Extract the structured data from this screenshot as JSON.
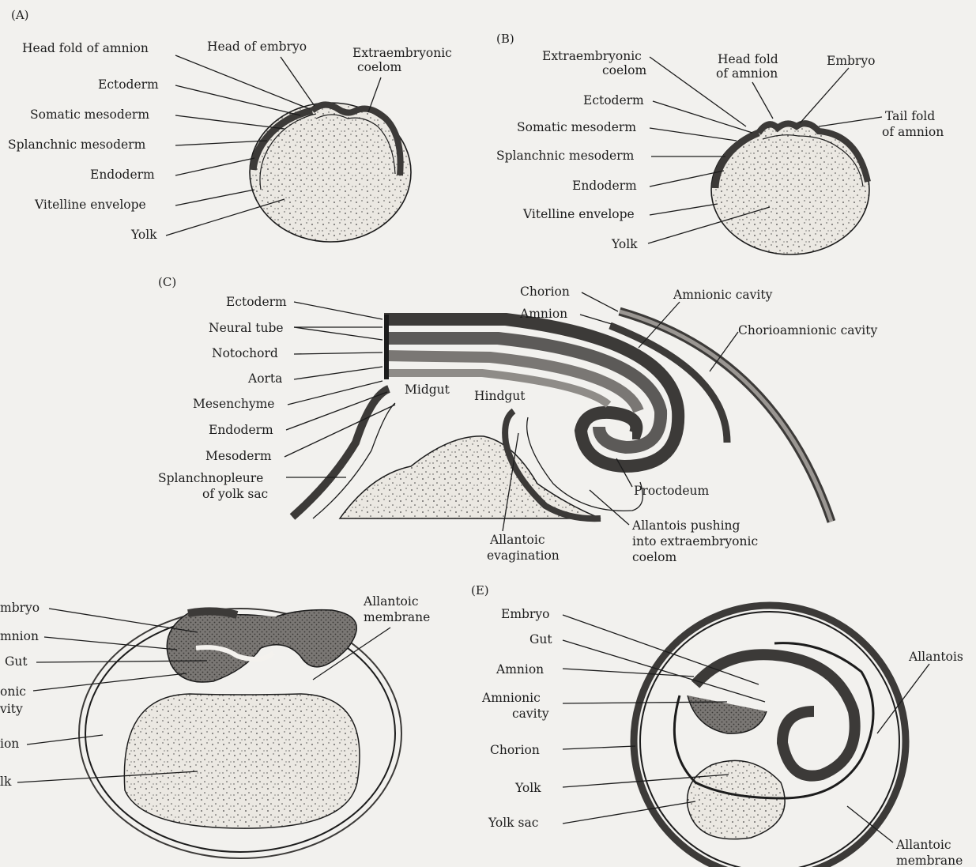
{
  "panels": {
    "a": "(A)",
    "b": "(B)",
    "c": "(C)",
    "e": "(E)"
  },
  "labels_a": {
    "head_fold": "Head fold of amnion",
    "head_embryo": "Head of embryo",
    "extra_1": "Extraembryonic",
    "extra_2": "coelom",
    "ectoderm": "Ectoderm",
    "somatic": "Somatic mesoderm",
    "splanchnic": "Splanchnic mesoderm",
    "endoderm": "Endoderm",
    "vitelline": "Vitelline envelope",
    "yolk": "Yolk"
  },
  "labels_b": {
    "extra_1": "Extraembryonic",
    "extra_2": "coelom",
    "head_fold_1": "Head fold",
    "head_fold_2": "of amnion",
    "embryo": "Embryo",
    "tail_fold_1": "Tail fold",
    "tail_fold_2": "of amnion",
    "ectoderm": "Ectoderm",
    "somatic": "Somatic mesoderm",
    "splanchnic": "Splanchnic mesoderm",
    "endoderm": "Endoderm",
    "vitelline": "Vitelline envelope",
    "yolk": "Yolk"
  },
  "labels_c": {
    "ectoderm": "Ectoderm",
    "neural_tube": "Neural tube",
    "notochord": "Notochord",
    "aorta": "Aorta",
    "mesenchyme": "Mesenchyme",
    "endoderm": "Endoderm",
    "mesoderm": "Mesoderm",
    "splanch_1": "Splanchnopleure",
    "splanch_2": "of yolk sac",
    "chorion": "Chorion",
    "amnion": "Amnion",
    "amnionic_cavity": "Amnionic cavity",
    "chorioamnionic": "Chorioamnionic cavity",
    "midgut": "Midgut",
    "hindgut": "Hindgut",
    "proctodeum": "Proctodeum",
    "allantois_1": "Allantois pushing",
    "allantois_2": "into extraembryonic",
    "allantois_3": "coelom",
    "evag_1": "Allantoic",
    "evag_2": "evagination"
  },
  "labels_d": {
    "embryo": "mbryo",
    "amnion": "mnion",
    "gut": "Gut",
    "cavity_1": "onic",
    "cavity_2": "vity",
    "chorion": "ion",
    "yolk": "lk",
    "membrane_1": "Allantoic",
    "membrane_2": "membrane"
  },
  "labels_e": {
    "embryo": "Embryo",
    "gut": "Gut",
    "amnion": "Amnion",
    "cavity_1": "Amnionic",
    "cavity_2": "cavity",
    "chorion": "Chorion",
    "yolk": "Yolk",
    "yolk_sac": "Yolk sac",
    "allantois": "Allantois",
    "membrane_1": "Allantoic",
    "membrane_2": "membrane"
  }
}
